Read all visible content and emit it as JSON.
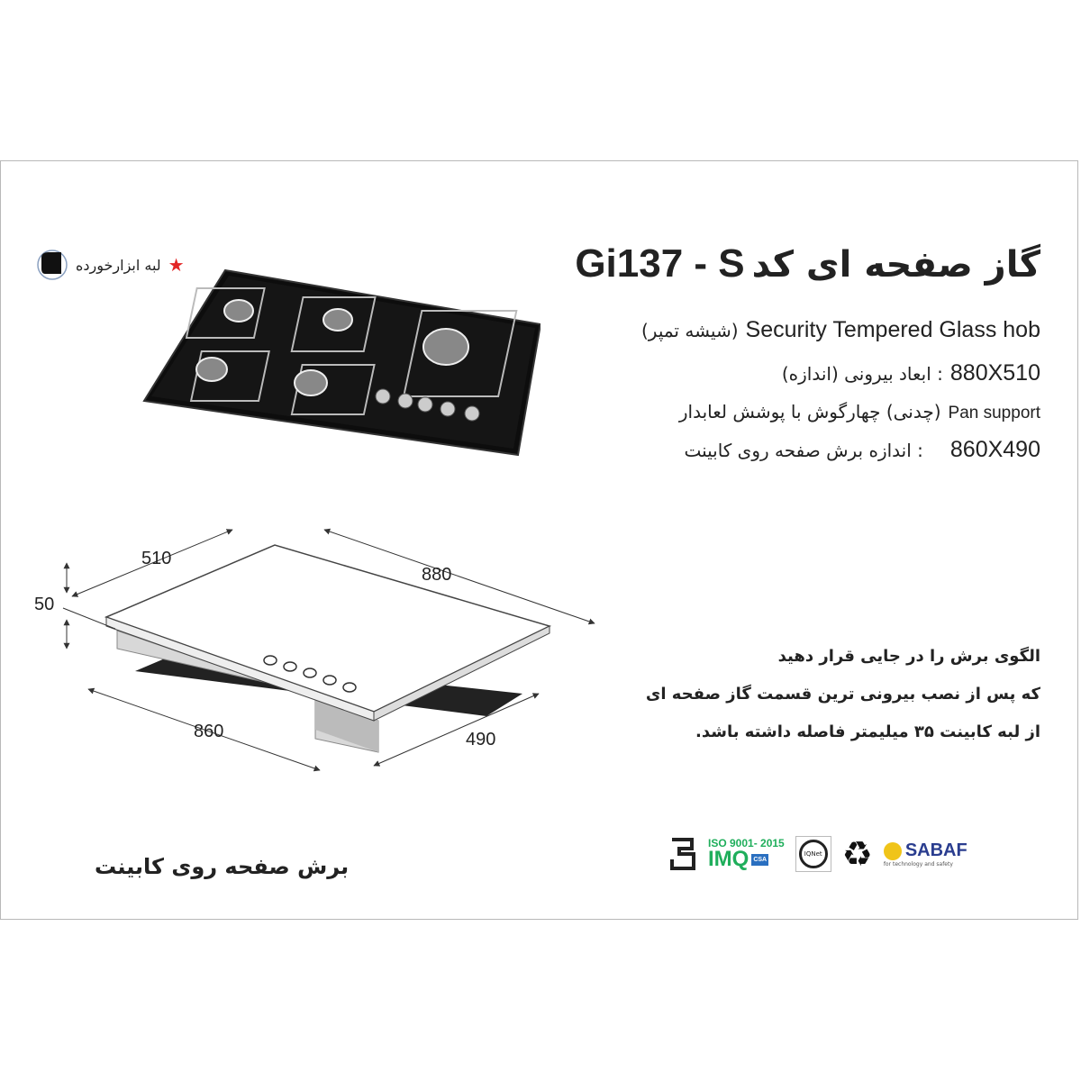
{
  "product": {
    "model_code": "Gi137 - S",
    "title_fa": "گاز صفحه ای کد",
    "type_en": "Security Tempered Glass hob",
    "type_fa": "(شیشه تمپر)",
    "outer_dims_value": "880X510",
    "outer_dims_label": ": ابعاد بیرونی (اندازه)",
    "pan_support_en": "Pan support",
    "pan_support_fa": "(چدنی) چهارگوش با پوشش لعابدار",
    "cutout_value": "860X490",
    "cutout_label": ": اندازه برش صفحه روی کابینت"
  },
  "edge_badge": {
    "label": "لبه ابزارخورده",
    "star_color": "#e32626"
  },
  "instructions": [
    "الگوی برش را در جایی قرار دهید",
    "که پس از نصب بیرونی ترین قسمت گاز صفحه ای",
    "از لبه کابینت ۳۵ میلیمتر فاصله داشته باشد."
  ],
  "diagram": {
    "depth": "510",
    "width": "880",
    "height": "50",
    "cut_width": "860",
    "cut_depth": "490",
    "caption": "برش صفحه روی کابینت"
  },
  "certifications": {
    "iso": "ISO 9001- 2015",
    "imq": "IMQ",
    "csa": "CSA",
    "iqnet": "IQNet",
    "sabaf": "SABAF",
    "sabaf_tagline": "for technology and safety",
    "iso_color": "#1fae5b",
    "sabaf_color": "#2a3d8f"
  }
}
